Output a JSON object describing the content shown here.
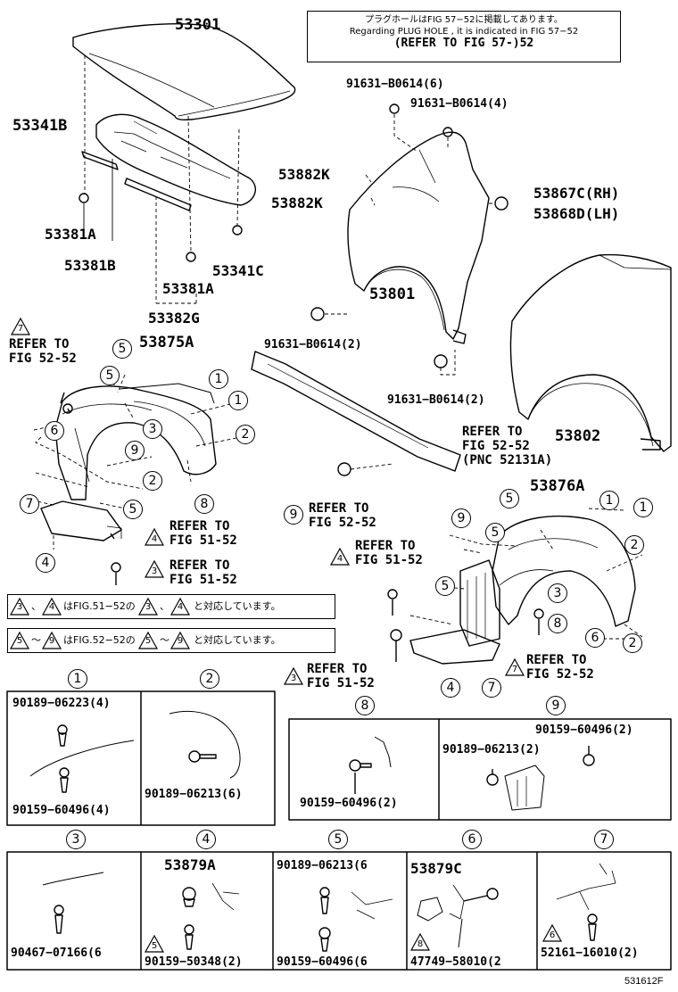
{
  "note": {
    "line1": "プラグホールはFIG 57−52に掲載してあります。",
    "line2": "Regarding  PLUG  HOLE , it is indicated in FIG  57−52",
    "line3": "(REFER TO FIG 57-)52"
  },
  "parts": {
    "p53301": "53301",
    "p53341B": "53341B",
    "p53381A_1": "53381A",
    "p53381B": "53381B",
    "p53341C": "53341C",
    "p53381A_2": "53381A",
    "p53382G": "53382G",
    "p91631_6": "91631−B0614(6)",
    "p91631_4": "91631−B0614(4)",
    "p53882K_1": "53882K",
    "p53882K_2": "53882K",
    "p53867C": "53867C(RH)",
    "p53868D": "53868D(LH)",
    "p53801": "53801",
    "p91631_2a": "91631−B0614(2)",
    "p91631_2b": "91631−B0614(2)",
    "p53802": "53802",
    "p53875A": "53875A",
    "p53876A": "53876A"
  },
  "refs": {
    "r7": "REFER TO\nFIG 52-52",
    "r_pnc": "REFER TO\nFIG 52-52\n(PNC 52131A)",
    "r9": "REFER TO\nFIG 52-52",
    "r4a": "REFER TO\nFIG 51-52",
    "r3a": "REFER TO\nFIG 51-52",
    "r4b": "REFER TO\nFIG 51-52",
    "r3b": "REFER TO\nFIG 51-52",
    "r7b": "REFER TO\nFIG 52-52"
  },
  "legend": {
    "l1_a": "3",
    "l1_b": "4",
    "l1_text": "はFIG.51−52の",
    "l1_c": "3",
    "l1_d": "4",
    "l1_end": "と対応しています。",
    "l1_sep": "、",
    "l2_a": "5",
    "l2_b": "9",
    "l2_text": "はFIG.52−52の",
    "l2_c": "5",
    "l2_d": "9",
    "l2_end": "と対応しています。",
    "l2_sep": "〜"
  },
  "detail_titles": [
    "①",
    "②",
    "⑧",
    "⑨",
    "③",
    "④",
    "⑤",
    "⑥",
    "⑦"
  ],
  "details": {
    "d1_top": "90189−06223(4)",
    "d1_bot": "90159−60496(4)",
    "d2": "90189−06213(6)",
    "d8": "90159−60496(2)",
    "d9_a": "90159−60496(2)",
    "d9_b": "90189−06213(2)",
    "d3": "90467−07166(6",
    "d4_top": "53879A",
    "d4_bot": "90159−50348(2)",
    "d5_top": "90189−06213(6",
    "d5_bot": "90159−60496(6",
    "d6_top": "53879C",
    "d6_bot": "47749−58010(2",
    "d7": "52161−16010(2)"
  },
  "footer_code": "531612F"
}
